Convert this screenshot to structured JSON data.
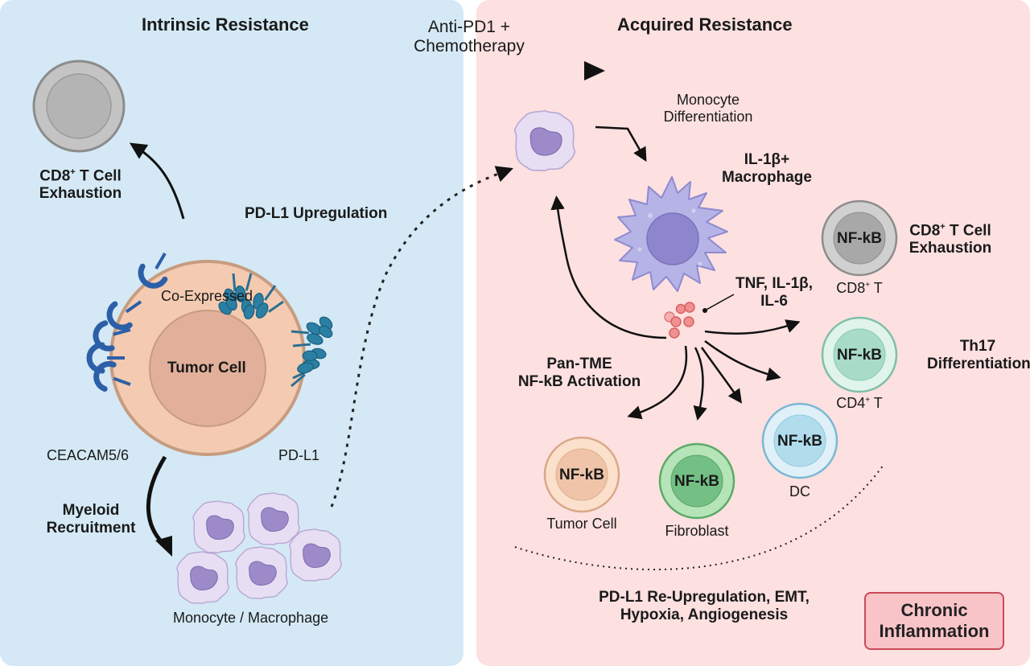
{
  "left_panel": {
    "title": "Intrinsic Resistance",
    "cd8_exhaustion": [
      "CD8",
      "+",
      " T Cell",
      "Exhaustion"
    ],
    "pdl1_upregulation": "PD-L1 Upregulation",
    "co_expressed": "Co-Expressed",
    "tumor_cell": "Tumor Cell",
    "ceacam": "CEACAM5/6",
    "pdl1": "PD-L1",
    "myeloid": [
      "Myeloid",
      "Recruitment"
    ],
    "monocyte_macrophage": "Monocyte / Macrophage"
  },
  "therapy": [
    "Anti-PD1 +",
    "Chemotherapy"
  ],
  "right_panel": {
    "title": "Acquired Resistance",
    "monocyte_diff": [
      "Monocyte",
      "Differentiation"
    ],
    "il1b_macrophage": [
      "IL-1β+",
      "Macrophage"
    ],
    "cytokines": [
      "TNF, IL-1β,",
      "IL-6"
    ],
    "pan_tme": [
      "Pan-TME",
      "NF-kB Activation"
    ],
    "cd8_exhaustion": [
      "CD8",
      "+",
      " T Cell",
      "Exhaustion"
    ],
    "th17": [
      "Th17",
      "Differentiation"
    ],
    "nfkb": "NF-kB",
    "cd8t": [
      "CD8",
      "+",
      " T"
    ],
    "cd4t": [
      "CD4",
      "+",
      " T"
    ],
    "dc": "DC",
    "tumor_cell": "Tumor Cell",
    "fibroblast": "Fibroblast",
    "outcomes": [
      "PD-L1 Re-Upregulation, EMT,",
      "Hypoxia, Angiogenesis"
    ],
    "chronic": [
      "Chronic",
      "Inflammation"
    ]
  },
  "colors": {
    "left_bg": "#d4e9f5",
    "right_bg": "#fde0e0",
    "ceacam_receptor": "#2d5fa8",
    "pdl1_receptor": "#2b7fa3",
    "tumor_cell": "#f4cbb0",
    "chronic_box": "#f9c4c8"
  }
}
